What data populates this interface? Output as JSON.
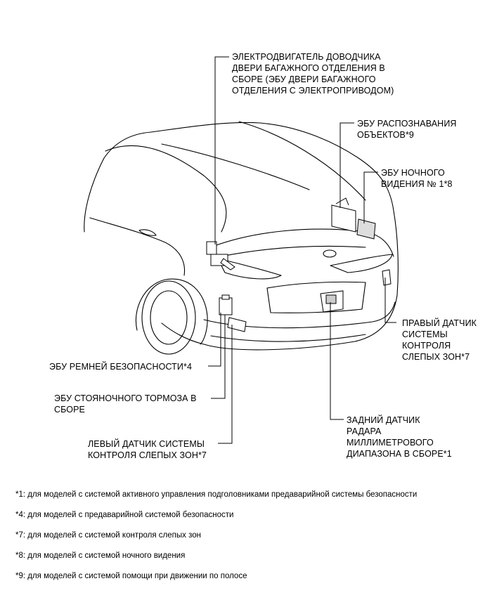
{
  "callouts": {
    "tailgate_motor": [
      "ЭЛЕКТРОДВИГАТЕЛЬ ДОВОДЧИКА",
      "ДВЕРИ БАГАЖНОГО ОТДЕЛЕНИЯ В",
      "СБОРЕ (ЭБУ ДВЕРИ БАГАЖНОГО",
      "ОТДЕЛЕНИЯ С ЭЛЕКТРОПРИВОДОМ)"
    ],
    "object_recognition_ecu": [
      "ЭБУ РАСПОЗНАВАНИЯ",
      "ОБЪЕКТОВ*9"
    ],
    "night_vision_ecu": [
      "ЭБУ НОЧНОГО",
      "ВИДЕНИЯ № 1*8"
    ],
    "right_blind_spot": [
      "ПРАВЫЙ ДАТЧИК",
      "СИСТЕМЫ",
      "КОНТРОЛЯ",
      "СЛЕПЫХ ЗОН*7"
    ],
    "rear_radar": [
      "ЗАДНИЙ ДАТЧИК",
      "РАДАРА",
      "МИЛЛИМЕТРОВОГО",
      "ДИАПАЗОНА В СБОРЕ*1"
    ],
    "seatbelt_ecu": [
      "ЭБУ РЕМНЕЙ БЕЗОПАСНОСТИ*4"
    ],
    "parking_brake_ecu": [
      "ЭБУ СТОЯНОЧНОГО ТОРМОЗА В",
      "СБОРЕ"
    ],
    "left_blind_spot": [
      "ЛЕВЫЙ ДАТЧИК СИСТЕМЫ",
      "КОНТРОЛЯ СЛЕПЫХ ЗОН*7"
    ]
  },
  "footnotes": [
    "*1: для моделей с системой активного управления подголовниками предаварийной системы безопасности",
    "*4: для моделей с предаварийной системой безопасности",
    "*7: для моделей с системой контроля слепых зон",
    "*8: для моделей с системой ночного видения",
    "*9: для моделей с системой помощи при движении по полосе"
  ]
}
